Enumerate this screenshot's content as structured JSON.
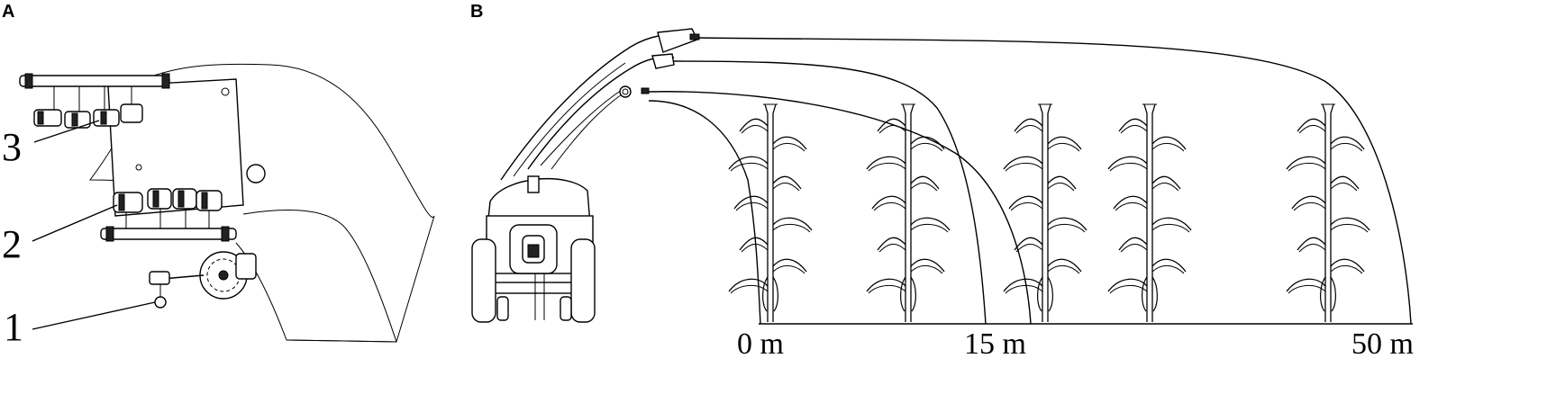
{
  "panels": {
    "a": {
      "letter": "A",
      "callouts": [
        "3",
        "2",
        "1"
      ]
    },
    "b": {
      "letter": "B",
      "distances": [
        "0 m",
        "15 m",
        "50 m"
      ]
    }
  }
}
